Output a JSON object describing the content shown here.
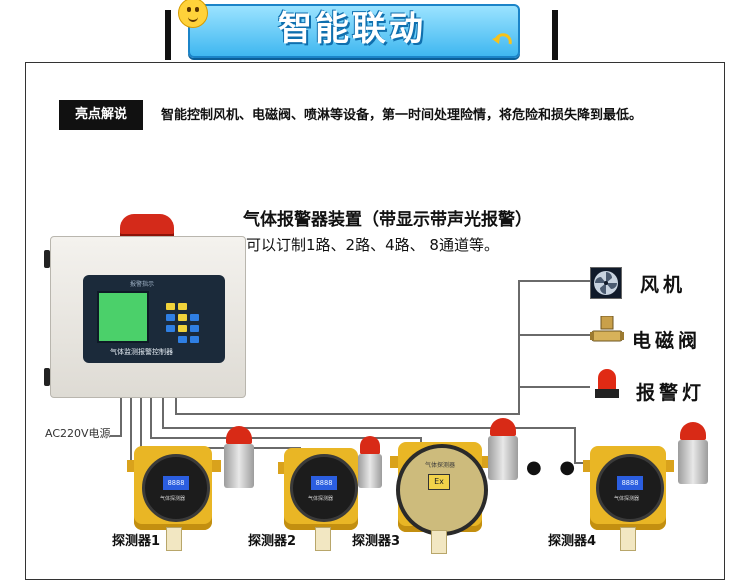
{
  "header": {
    "title": "智能联动"
  },
  "highlight": {
    "label": "亮点解说",
    "text": "智能控制风机、电磁阀、喷淋等设备，第一时间处理险情，将危险和损失降到最低。"
  },
  "diagram": {
    "title_line1": "气体报警器装置（带显示带声光报警）",
    "title_line2": "可以订制1路、2路、4路、 8通道等。",
    "controller": {
      "panel_caption": "气体监测报警控制器",
      "panel_heading": "报警指示",
      "power_label": "AC220V电源"
    },
    "outputs": [
      {
        "label": "风机",
        "icon": "fan-icon"
      },
      {
        "label": "电磁阀",
        "icon": "solenoid-valve-icon"
      },
      {
        "label": "报警灯",
        "icon": "alarm-lamp-icon"
      }
    ],
    "detectors": [
      {
        "label": "探测器1",
        "display": "8888",
        "caption": "气体探测器"
      },
      {
        "label": "探测器2",
        "display": "8888",
        "caption": "气体探测器"
      },
      {
        "label": "探测器3",
        "badge": "Ex",
        "caption": "气体探测器"
      },
      {
        "label": "探测器4",
        "display": "8888",
        "caption": "气体探测器"
      }
    ],
    "ellipsis": "● ● ●"
  }
}
